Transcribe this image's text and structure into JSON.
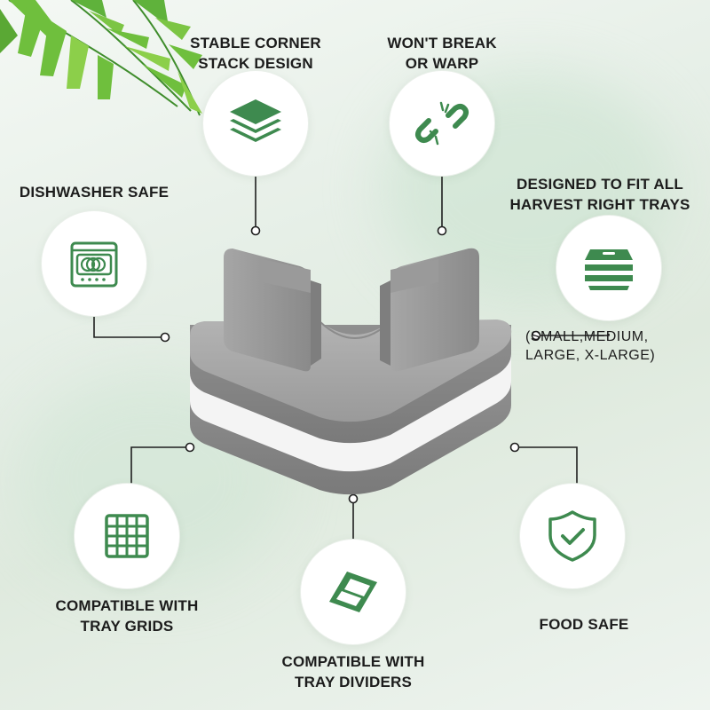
{
  "colors": {
    "accent_green": "#3e8a4f",
    "product_gray": "#8a8a8a",
    "line": "#1e1e1e"
  },
  "features": {
    "stack": {
      "line1": "STABLE CORNER",
      "line2": "STACK DESIGN",
      "icon": "layers-icon"
    },
    "warp": {
      "line1": "WON'T BREAK",
      "line2": "OR WARP",
      "icon": "broken-chain-icon"
    },
    "dishwasher": {
      "line1": "DISHWASHER SAFE",
      "icon": "dishwasher-icon"
    },
    "fit": {
      "line1": "DESIGNED TO FIT ALL",
      "line2": "HARVEST RIGHT TRAYS",
      "icon": "trays-icon",
      "sizes_line1": "(SMALL,MEDIUM,",
      "sizes_line2": "LARGE, X-LARGE)"
    },
    "grids": {
      "line1": "COMPATIBLE WITH",
      "line2": "TRAY GRIDS",
      "icon": "grid-icon"
    },
    "dividers": {
      "line1": "COMPATIBLE WITH",
      "line2": "TRAY DIVIDERS",
      "icon": "tray-divider-icon"
    },
    "food": {
      "line1": "FOOD SAFE",
      "icon": "shield-check-icon"
    }
  }
}
